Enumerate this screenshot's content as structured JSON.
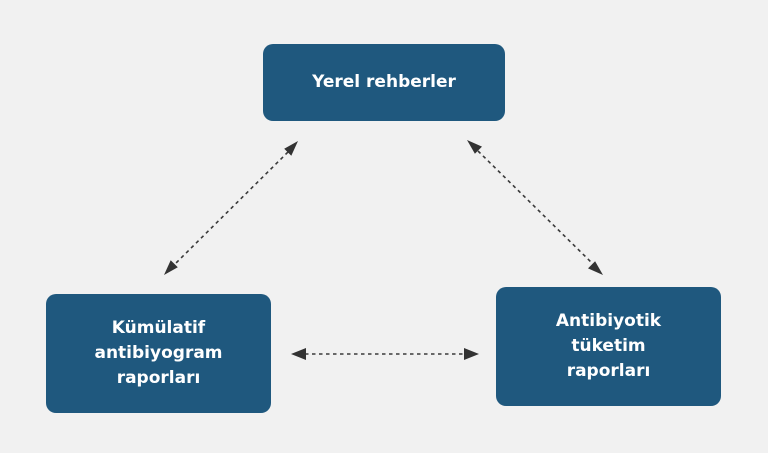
{
  "diagram": {
    "nodes": [
      {
        "id": "top",
        "label": "Yerel rehberler"
      },
      {
        "id": "left",
        "label": "Kümülatif\nantibiyogram\nraporları"
      },
      {
        "id": "right",
        "label": "Antibiyotik\ntüketim\nraporları"
      }
    ],
    "edges": [
      {
        "from": "top",
        "to": "left",
        "style": "dashed",
        "direction": "bidirectional"
      },
      {
        "from": "top",
        "to": "right",
        "style": "dashed",
        "direction": "bidirectional"
      },
      {
        "from": "left",
        "to": "right",
        "style": "dashed",
        "direction": "bidirectional"
      }
    ],
    "colors": {
      "background": "#f1f1f1",
      "node_fill": "#1f587e",
      "node_text": "#ffffff",
      "connector": "#333333"
    }
  }
}
